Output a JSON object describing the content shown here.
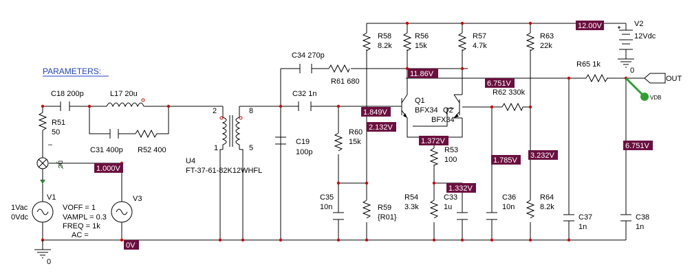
{
  "parameters_label": "PARAMETERS:",
  "components": {
    "c18": {
      "name": "C18",
      "value": "200p"
    },
    "l17": {
      "name": "L17",
      "value": "20u"
    },
    "c31": {
      "name": "C31",
      "value": "400p"
    },
    "r52": {
      "name": "R52",
      "value": "400"
    },
    "r51": {
      "name": "R51",
      "value": "50"
    },
    "v1": {
      "name": "V1",
      "line1": "1Vac",
      "line2": "0Vdc"
    },
    "v3": {
      "name": "V3",
      "voff": "VOFF = 1",
      "vampl": "VAMPL = 0.3",
      "freq": "FREQ = 1k",
      "ac": "AC ="
    },
    "u4": {
      "name": "U4",
      "part": "FT-37-61-82K12WHFL",
      "pin2": "2",
      "pin8": "8",
      "pin1": "1",
      "pin5": "5"
    },
    "c19": {
      "name": "C19",
      "value": "100p"
    },
    "c34": {
      "name": "C34",
      "value": "270p"
    },
    "r61": {
      "name": "R61",
      "value": "680"
    },
    "c32": {
      "name": "C32",
      "value": "1n"
    },
    "r60": {
      "name": "R60",
      "value": "15k"
    },
    "c35": {
      "name": "C35",
      "value": "10n"
    },
    "r58": {
      "name": "R58",
      "value": "8.2k"
    },
    "r59": {
      "name": "R59",
      "value": "{R01}"
    },
    "r56": {
      "name": "R56",
      "value": "15k"
    },
    "q1": {
      "name": "Q1",
      "part": "BFX34"
    },
    "q2": {
      "name": "Q2",
      "part": "BFX34"
    },
    "r53": {
      "name": "R53",
      "value": "100"
    },
    "r54": {
      "name": "R54",
      "value": "3.3k"
    },
    "c33": {
      "name": "C33",
      "value": "1u"
    },
    "r57": {
      "name": "R57",
      "value": "4.7k"
    },
    "r62": {
      "name": "R62",
      "value": "330k"
    },
    "c36": {
      "name": "C36",
      "value": "10n"
    },
    "r63": {
      "name": "R63",
      "value": "22k"
    },
    "r64": {
      "name": "R64",
      "value": "8.2k"
    },
    "c37": {
      "name": "C37",
      "value": "1n"
    },
    "r65": {
      "name": "R65",
      "value": "1k"
    },
    "c38": {
      "name": "C38",
      "value": "1n"
    },
    "v2": {
      "name": "V2",
      "value": "12Vdc"
    }
  },
  "voltages": {
    "v12": "12.00V",
    "v1186": "11.86V",
    "v6751a": "6.751V",
    "v1849": "1.849V",
    "v2132": "2.132V",
    "v1372": "1.372V",
    "v1332": "1.332V",
    "v1785": "1.785V",
    "v3232": "3.232V",
    "v6751b": "6.751V",
    "v1000": "1.000V",
    "v0": "0V"
  },
  "ground_labels": {
    "left": "0",
    "right": "0"
  },
  "out_label": "OUT",
  "probe_labels": {
    "current_marker": "I",
    "dc_marker": "DC",
    "vdb_marker": "VDB"
  },
  "colors": {
    "voltage_tag": "#6b0f3f",
    "parameters_text": "#1f3fbf",
    "probe": "#2f9f2f",
    "wire": "#000000",
    "node_dot": "#cc0000"
  }
}
